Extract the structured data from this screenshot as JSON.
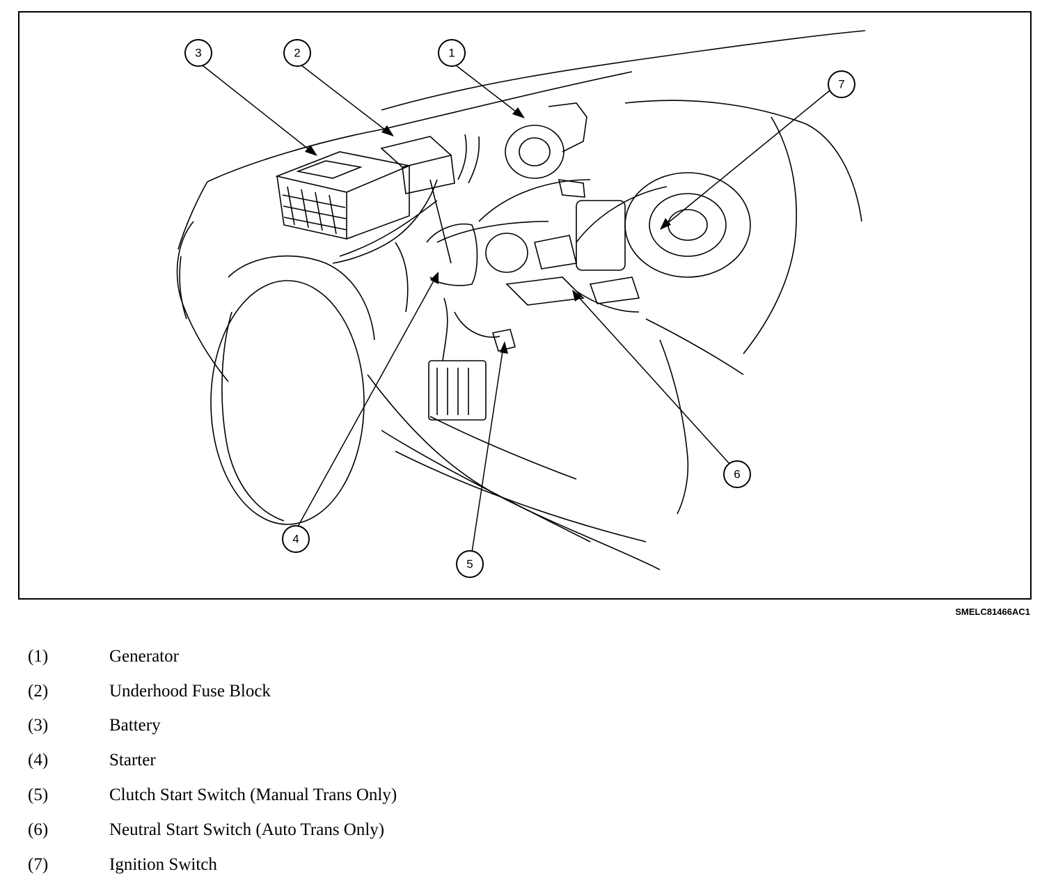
{
  "figure": {
    "id": "SMELC81466AC1",
    "callouts": [
      "1",
      "2",
      "3",
      "4",
      "5",
      "6",
      "7"
    ]
  },
  "legend": [
    {
      "num": "(1)",
      "label": "Generator"
    },
    {
      "num": "(2)",
      "label": "Underhood Fuse Block"
    },
    {
      "num": "(3)",
      "label": "Battery"
    },
    {
      "num": "(4)",
      "label": "Starter"
    },
    {
      "num": "(5)",
      "label": "Clutch Start Switch (Manual Trans Only)"
    },
    {
      "num": "(6)",
      "label": "Neutral Start Switch (Auto Trans Only)"
    },
    {
      "num": "(7)",
      "label": "Ignition Switch"
    }
  ]
}
